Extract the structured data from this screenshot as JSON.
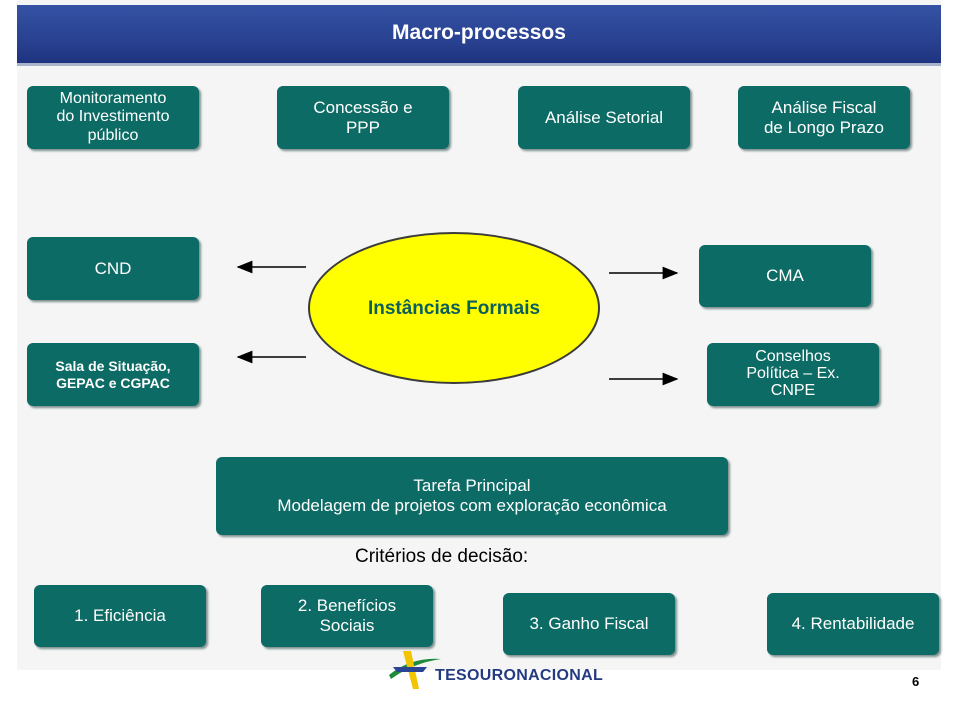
{
  "header": {
    "title": "Macro-processos"
  },
  "top_row": [
    {
      "label": "Monitoramento\ndo Investimento\npúblico"
    },
    {
      "label": "Concessão e\nPPP"
    },
    {
      "label": "Análise Setorial"
    },
    {
      "label": "Análise  Fiscal\nde Longo Prazo"
    }
  ],
  "center": {
    "label": "Instâncias Formais"
  },
  "left_nodes": [
    {
      "label": "CND"
    },
    {
      "label": "Sala de Situação,\nGEPAC e CGPAC"
    }
  ],
  "right_nodes": [
    {
      "label": "CMA"
    },
    {
      "label": "Conselhos\nPolítica – Ex.\nCNPE"
    }
  ],
  "main_task": {
    "label": "Tarefa Principal\nModelagem de projetos com exploração econômica"
  },
  "criteria": {
    "title": "Critérios de decisão:",
    "items": [
      {
        "label": "1. Eficiência"
      },
      {
        "label": "2. Benefícios\nSociais"
      },
      {
        "label": "3. Ganho Fiscal"
      },
      {
        "label": "4. Rentabilidade"
      }
    ]
  },
  "footer": {
    "logo_text": "TESOURONACIONAL",
    "page_number": "6"
  },
  "colors": {
    "box": "#0d6b65",
    "header": "#2a4393",
    "ellipse": "#ffff00"
  }
}
